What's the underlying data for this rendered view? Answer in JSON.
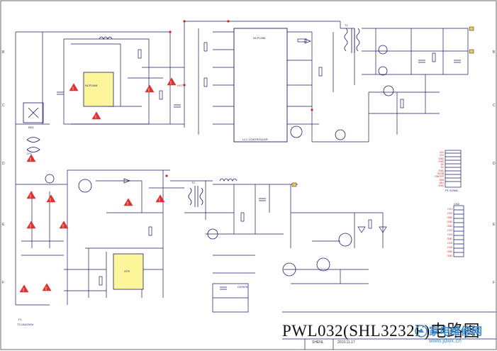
{
  "title": "PWL032(SHL3232F)电路图",
  "date": "2010.11.17",
  "drawn_by": "SHENL",
  "watermark": {
    "name": "家电维修网",
    "url": "www.jdwx.cn"
  },
  "connectors": {
    "right_connector_label": "P1 SOMA",
    "right_connector_pins": [
      "12V",
      "12V",
      "GND",
      "GND",
      "5V",
      "5V",
      "GND",
      "5VSB",
      "ON/OFF",
      "DIM",
      "ADJ",
      "GND"
    ],
    "lower_connector_label": "CN2",
    "lower_connector_pins": [
      "HV1",
      "HV2",
      "GND",
      "GND",
      "GND",
      "HV3",
      "HV4",
      "GND",
      "HV5",
      "HV6",
      "GND",
      "GND"
    ]
  },
  "chips": {
    "main_pfc": "NCP1608",
    "pwm_top": "NCP1396",
    "pwm_top_sub": "LLC CONTROLLER",
    "standby": "STR",
    "inverter": "OZ9976"
  },
  "labels": {
    "input_fuse": "F1",
    "input_fuse_value": "T3.15A/250V",
    "bridge": "BD1",
    "filter_choke": "LF1",
    "transformer_main": "T1",
    "transformer_sb": "T2",
    "hot_ground": "HOT"
  },
  "colors": {
    "line": "#1a1a6e",
    "text": "#1a1a6e",
    "red": "#d42020",
    "warning": "#e03030",
    "chip_fill": "#fdf59a",
    "watermark": "#3b8fd6"
  }
}
